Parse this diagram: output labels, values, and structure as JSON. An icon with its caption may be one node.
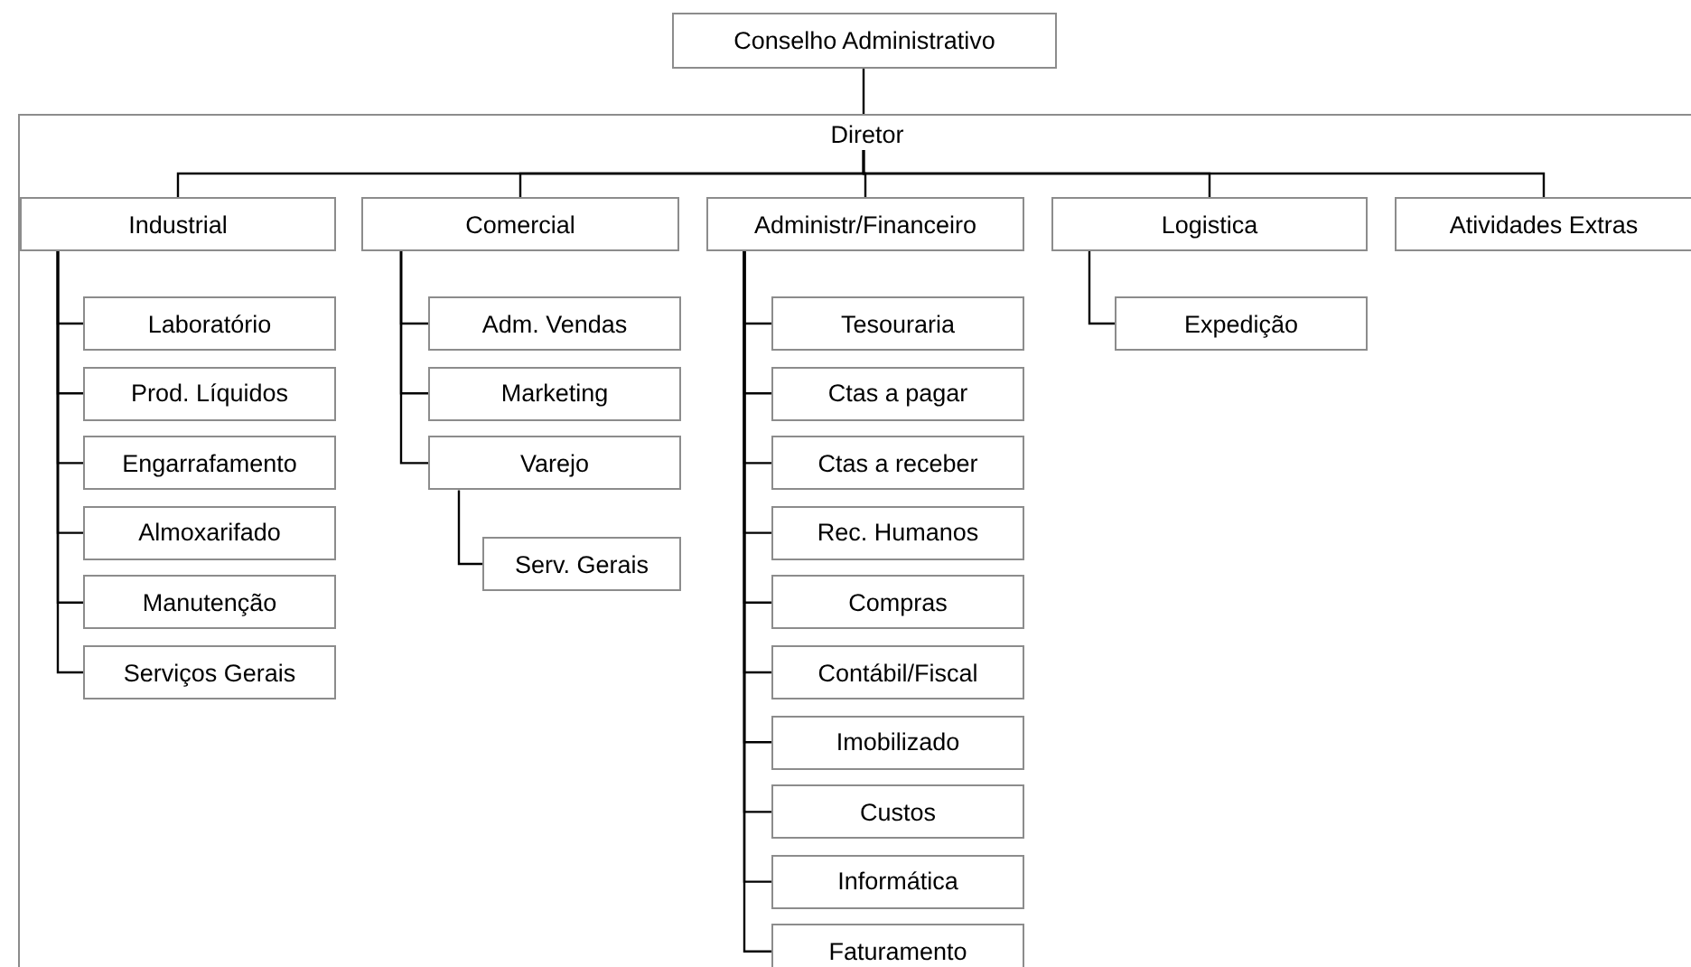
{
  "diagram": {
    "nodes": [
      {
        "text": [
          "Conselho Administrativo"
        ]
      },
      {
        "text": [
          "Diretor"
        ]
      },
      {
        "text": [
          "Industrial"
        ],
        "in": 1
      },
      {
        "text": [
          "Comercial"
        ],
        "in": 1
      },
      {
        "text": [
          "Administr/Financeiro"
        ],
        "in": 1
      },
      {
        "text": [
          "Logistica"
        ],
        "in": 1
      },
      {
        "text": [
          "Atividades Extras"
        ],
        "in": 1
      },
      {
        "text": [
          "Laboratório"
        ],
        "in": 1
      },
      {
        "text": [
          "Prod. Líquidos"
        ],
        "in": 1
      },
      {
        "text": [
          "Engarrafamento"
        ],
        "in": 1
      },
      {
        "text": [
          "Almoxarifado"
        ],
        "in": 1
      },
      {
        "text": [
          "Manutenção"
        ],
        "in": 1
      },
      {
        "text": [
          "Serviços Gerais"
        ],
        "in": 1
      },
      {
        "text": [
          "Adm. Vendas"
        ],
        "in": 1
      },
      {
        "text": [
          "Marketing"
        ],
        "in": 1
      },
      {
        "text": [
          "Varejo"
        ],
        "in": 1
      },
      {
        "text": [
          "Serv. Gerais"
        ],
        "in": 1
      },
      {
        "text": [
          "Tesouraria"
        ],
        "in": 1
      },
      {
        "text": [
          "Ctas a pagar"
        ],
        "in": 1
      },
      {
        "text": [
          "Ctas a receber"
        ],
        "in": 1
      },
      {
        "text": [
          "Rec. Humanos"
        ],
        "in": 1
      },
      {
        "text": [
          "Compras"
        ],
        "in": 1
      },
      {
        "text": [
          "Contábil/Fiscal"
        ],
        "in": 1
      },
      {
        "text": [
          "Imobilizado"
        ],
        "in": 1
      },
      {
        "text": [
          "Custos"
        ],
        "in": 1
      },
      {
        "text": [
          "Informática"
        ],
        "in": 1
      },
      {
        "text": [
          "Faturamento"
        ],
        "in": 1
      },
      {
        "text": [
          "Expedição"
        ],
        "in": 1
      }
    ],
    "edges": [
      {
        "from": 0,
        "to": 1,
        "arrow": "none"
      },
      {
        "from": 1,
        "to": 2,
        "arrow": "none"
      },
      {
        "from": 1,
        "to": 3,
        "arrow": "none"
      },
      {
        "from": 1,
        "to": 4,
        "arrow": "none"
      },
      {
        "from": 1,
        "to": 5,
        "arrow": "none"
      },
      {
        "from": 1,
        "to": 6,
        "arrow": "none"
      },
      {
        "from": 2,
        "to": 7,
        "arrow": "none"
      },
      {
        "from": 2,
        "to": 8,
        "arrow": "none"
      },
      {
        "from": 2,
        "to": 9,
        "arrow": "none"
      },
      {
        "from": 2,
        "to": 10,
        "arrow": "none"
      },
      {
        "from": 2,
        "to": 11,
        "arrow": "none"
      },
      {
        "from": 2,
        "to": 12,
        "arrow": "none"
      },
      {
        "from": 3,
        "to": 13,
        "arrow": "none"
      },
      {
        "from": 3,
        "to": 14,
        "arrow": "none"
      },
      {
        "from": 3,
        "to": 15,
        "arrow": "none"
      },
      {
        "from": 15,
        "to": 16,
        "arrow": "none"
      },
      {
        "from": 4,
        "to": 17,
        "arrow": "none"
      },
      {
        "from": 4,
        "to": 18,
        "arrow": "none"
      },
      {
        "from": 4,
        "to": 19,
        "arrow": "none"
      },
      {
        "from": 4,
        "to": 20,
        "arrow": "none"
      },
      {
        "from": 4,
        "to": 21,
        "arrow": "none"
      },
      {
        "from": 4,
        "to": 22,
        "arrow": "none"
      },
      {
        "from": 4,
        "to": 23,
        "arrow": "none"
      },
      {
        "from": 4,
        "to": 24,
        "arrow": "none"
      },
      {
        "from": 4,
        "to": 25,
        "arrow": "none"
      },
      {
        "from": 4,
        "to": 26,
        "arrow": "none"
      },
      {
        "from": 5,
        "to": 27,
        "arrow": "none"
      }
    ]
  }
}
